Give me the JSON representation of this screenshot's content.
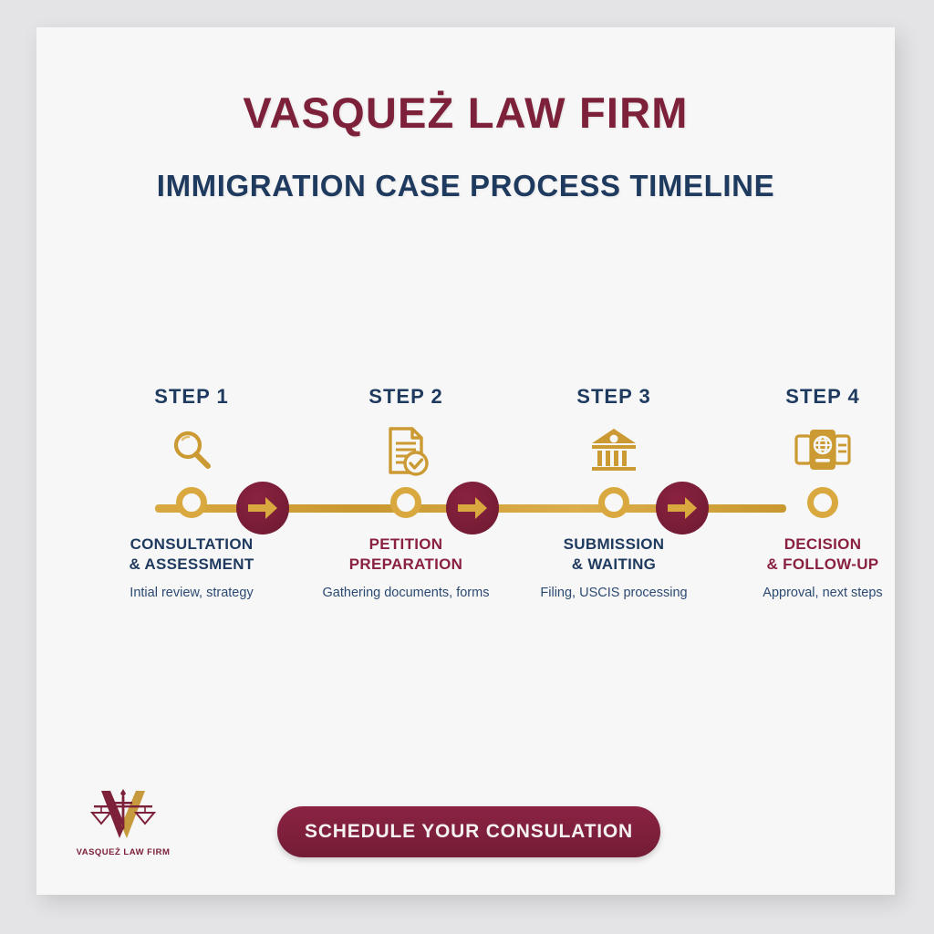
{
  "header": {
    "firm_title": "VASQUEŻ LAW FIRM",
    "subtitle": "IMMIGRATION CASE PROCESS TIMELINE"
  },
  "timeline": {
    "steps": [
      {
        "number": "STEP 1",
        "icon": "magnifying-glass-icon",
        "title_line1": "CONSULTATION",
        "title_line2": "& ASSESSMENT",
        "description": "Intial review, strategy",
        "title_color": "#1f3a5f"
      },
      {
        "number": "STEP 2",
        "icon": "document-check-icon",
        "title_line1": "PETITION",
        "title_line2": "PREPARATION",
        "description": "Gathering documents, forms",
        "title_color": "#8a2140"
      },
      {
        "number": "STEP 3",
        "icon": "government-building-icon",
        "title_line1": "SUBMISSION",
        "title_line2": "& WAITING",
        "description": "Filing, USCIS processing",
        "title_color": "#1f3a5f"
      },
      {
        "number": "STEP 4",
        "icon": "passport-globe-icon",
        "title_line1": "DECISION",
        "title_line2": "& FOLLOW-UP",
        "description": "Approval, next steps",
        "title_color": "#8a2140"
      }
    ],
    "connectors": [
      {
        "icon": "arrow-right-icon"
      },
      {
        "icon": "arrow-right-icon"
      },
      {
        "icon": "arrow-right-icon"
      }
    ]
  },
  "footer": {
    "logo_icon": "scales-of-justice-v-logo",
    "logo_text": "VASQUEŻ LAW FIRM",
    "cta_label": "SCHEDULE YOUR CONSULATION"
  },
  "colors": {
    "maroon": "#7d2039",
    "navy": "#1f3a5f",
    "gold": "#d9a940",
    "card_background": "#f7f7f7",
    "page_background": "#e4e4e6"
  }
}
